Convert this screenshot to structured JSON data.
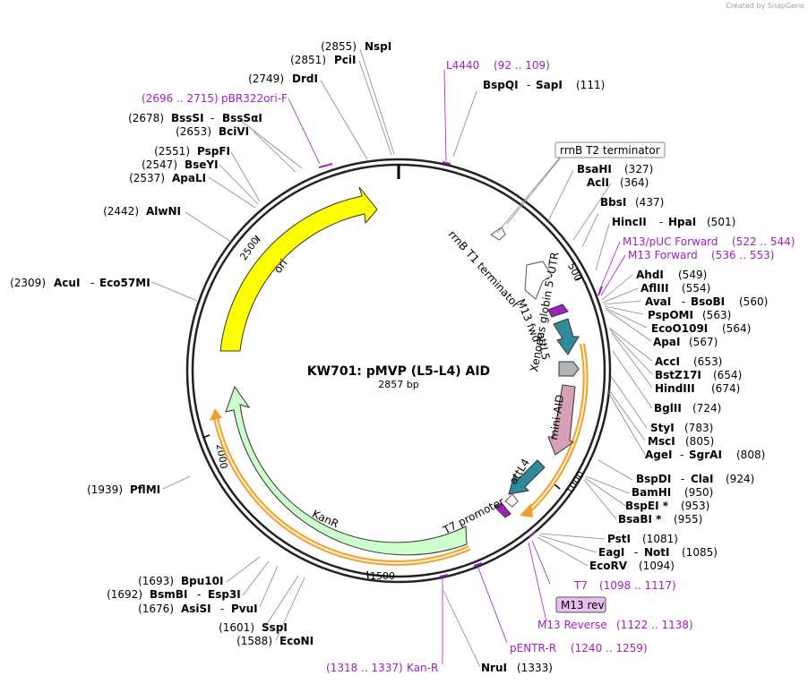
{
  "credit": {
    "prefix": "Created by",
    "brand": "SnapGene"
  },
  "plasmid": {
    "name": "KW701: pMVP (L5-L4) AID",
    "size": "2857 bp"
  },
  "ticks": [
    "500",
    "1000",
    "1500",
    "2000",
    "2500"
  ],
  "enzymes": [
    {
      "pos": "(2855)",
      "name": "NspI"
    },
    {
      "pos": "(2851)",
      "name": "PciI"
    },
    {
      "pos": "(2749)",
      "name": "DrdI"
    },
    {
      "pos": "(2678)",
      "name": "BssSI",
      "name2": "BssSαI"
    },
    {
      "pos": "(2653)",
      "name": "BciVI"
    },
    {
      "pos": "(2551)",
      "name": "PspFI"
    },
    {
      "pos": "(2547)",
      "name": "BseYI"
    },
    {
      "pos": "(2537)",
      "name": "ApaLI"
    },
    {
      "pos": "(2442)",
      "name": "AlwNI"
    },
    {
      "pos": "(2309)",
      "name": "AcuI",
      "name2": "Eco57MI"
    },
    {
      "pos": "(1939)",
      "name": "PflMI"
    },
    {
      "pos": "(1693)",
      "name": "Bpu10I"
    },
    {
      "pos": "(1692)",
      "name": "BsmBI",
      "name2": "Esp3I"
    },
    {
      "pos": "(1676)",
      "name": "AsiSI",
      "name2": "PvuI"
    },
    {
      "pos": "(1601)",
      "name": "SspI"
    },
    {
      "pos": "(1588)",
      "name": "EcoNI"
    },
    {
      "pos": "(1333)",
      "name": "NruI"
    },
    {
      "pos": "(111)",
      "name": "BspQI",
      "name2": "SapI"
    },
    {
      "pos": "(327)",
      "name": "BsaHI"
    },
    {
      "pos": "(364)",
      "name": "AclI"
    },
    {
      "pos": "(437)",
      "name": "BbsI"
    },
    {
      "pos": "(501)",
      "name": "HincII",
      "name2": "HpaI"
    },
    {
      "pos": "(549)",
      "name": "AhdI"
    },
    {
      "pos": "(554)",
      "name": "AflIII"
    },
    {
      "pos": "(560)",
      "name": "AvaI",
      "name2": "BsoBI"
    },
    {
      "pos": "(563)",
      "name": "PspOMI"
    },
    {
      "pos": "(564)",
      "name": "EcoO109I"
    },
    {
      "pos": "(567)",
      "name": "ApaI"
    },
    {
      "pos": "(653)",
      "name": "AccI"
    },
    {
      "pos": "(654)",
      "name": "BstZ17I"
    },
    {
      "pos": "(674)",
      "name": "HindIII"
    },
    {
      "pos": "(724)",
      "name": "BglII"
    },
    {
      "pos": "(783)",
      "name": "StyI"
    },
    {
      "pos": "(805)",
      "name": "MscI"
    },
    {
      "pos": "(808)",
      "name": "AgeI",
      "name2": "SgrAI"
    },
    {
      "pos": "(924)",
      "name": "BspDI",
      "name2": "ClaI"
    },
    {
      "pos": "(950)",
      "name": "BamHI"
    },
    {
      "pos": "(953)",
      "name": "BspEI *"
    },
    {
      "pos": "(955)",
      "name": "BsaBI *"
    },
    {
      "pos": "(1081)",
      "name": "PstI"
    },
    {
      "pos": "(1085)",
      "name": "EagI",
      "name2": "NotI"
    },
    {
      "pos": "(1094)",
      "name": "EcoRV"
    }
  ],
  "primers": [
    {
      "name": "L4440",
      "range": "(92 .. 109)"
    },
    {
      "name": "pBR322ori-F",
      "range": "(2696 .. 2715)"
    },
    {
      "name": "M13/pUC Forward",
      "range": "(522 .. 544)"
    },
    {
      "name": "M13 Forward",
      "range": "(536 .. 553)"
    },
    {
      "name": "T7",
      "range": "(1098 .. 1117)"
    },
    {
      "name": "M13 Reverse",
      "range": "(1122 .. 1138)"
    },
    {
      "name": "pENTR-R",
      "range": "(1240 .. 1259)"
    },
    {
      "name": "Kan-R",
      "range": "(1318 .. 1337)"
    }
  ],
  "boxed": {
    "rrnb_t2": "rrnB T2 terminator",
    "m13rev": "M13 rev"
  },
  "features": {
    "rrnb_t1": "rrnB T1 terminator",
    "m13fwd": "M13 fwd",
    "attl5": "attL5",
    "xenopus": "Xenopus globin 5'-UTR",
    "miniaid": "mini-AID",
    "attl4": "attL4",
    "t7promoter": "T7 promoter",
    "ori": "ori",
    "kanr": "KanR"
  },
  "colors": {
    "ori": "#ffff00",
    "kanr": "#ccffcc",
    "attl": "#2e8b9a",
    "miniaid": "#d8a0b8",
    "primer": "#a020c0",
    "orange": "#f0a030"
  }
}
